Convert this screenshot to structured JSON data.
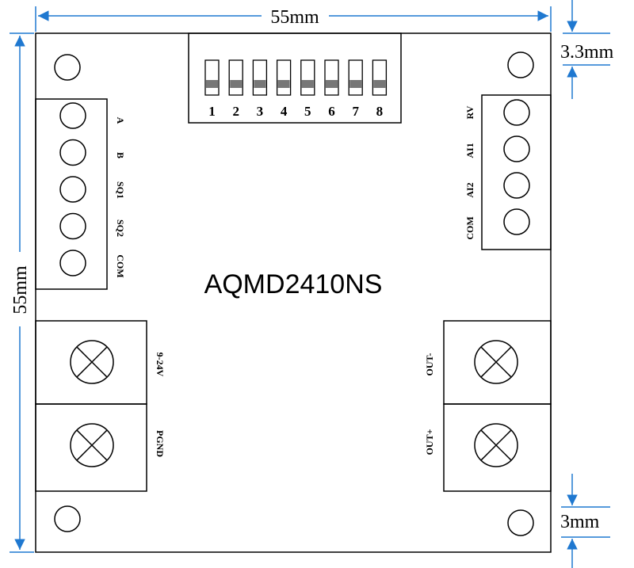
{
  "dimensions": {
    "width": "55mm",
    "height": "55mm",
    "top_offset": "3.3mm",
    "bottom_offset": "3mm"
  },
  "board": {
    "model": "AQMD2410NS"
  },
  "dip_switch": {
    "numbers": [
      "1",
      "2",
      "3",
      "4",
      "5",
      "6",
      "7",
      "8"
    ]
  },
  "left_terminal": {
    "pins": [
      "A",
      "B",
      "SQ1",
      "SQ2",
      "COM"
    ]
  },
  "right_terminal": {
    "pins": [
      "RV",
      "AI1",
      "AI2",
      "COM"
    ]
  },
  "power_terminal": {
    "pins": [
      "9-24V",
      "PGND"
    ]
  },
  "output_terminal": {
    "pins": [
      "OUT-",
      "OUT+"
    ]
  },
  "colors": {
    "dimension_lines": "#1f78d0",
    "outline": "#000000"
  }
}
